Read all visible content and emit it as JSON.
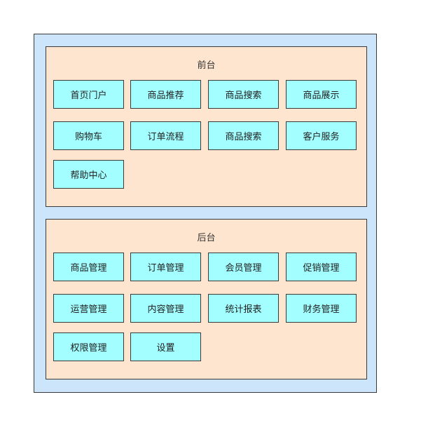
{
  "front": {
    "title": "前台",
    "items": [
      "首页门户",
      "商品推荐",
      "商品搜索",
      "商品展示",
      "购物车",
      "订单流程",
      "商品搜索",
      "客户服务",
      "帮助中心"
    ]
  },
  "back": {
    "title": "后台",
    "items": [
      "商品管理",
      "订单管理",
      "会员管理",
      "促销管理",
      "运营管理",
      "内容管理",
      "统计报表",
      "财务管理",
      "权限管理",
      "设置"
    ]
  },
  "colors": {
    "outer_fill": "#cce5fb",
    "section_fill": "#fde5cf",
    "box_fill": "#a3ffff",
    "border": "#3a3a3a"
  }
}
